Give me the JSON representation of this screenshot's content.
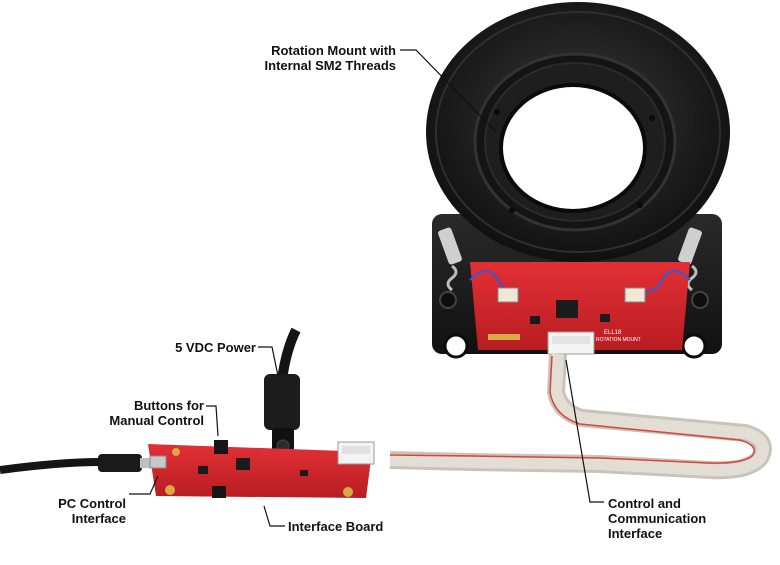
{
  "callouts": {
    "rotation_mount": {
      "line1": "Rotation Mount with",
      "line2": "Internal SM2 Threads"
    },
    "power": {
      "line1": "5 VDC Power"
    },
    "buttons": {
      "line1": "Buttons for",
      "line2": "Manual Control"
    },
    "pc_control": {
      "line1": "PC Control",
      "line2": "Interface"
    },
    "interface_board": {
      "line1": "Interface Board"
    },
    "control_comm": {
      "line1": "Control and",
      "line2": "Communication",
      "line3": "Interface"
    }
  },
  "pcb_marking": {
    "line1": "ELL18",
    "line2": "ROTATION MOUNT"
  },
  "colors": {
    "mount_body": "#1b1b1b",
    "pcb_red": "#d8262a",
    "ribbon_cable": "#d9d5cc",
    "connector_white": "#f2f2f2",
    "cable_black": "#151515",
    "gold_pad": "#d9a945"
  },
  "icons": [
    "rotation-mount",
    "pcb-board",
    "usb-cable",
    "dc-power-cable",
    "ribbon-cable",
    "connector"
  ]
}
